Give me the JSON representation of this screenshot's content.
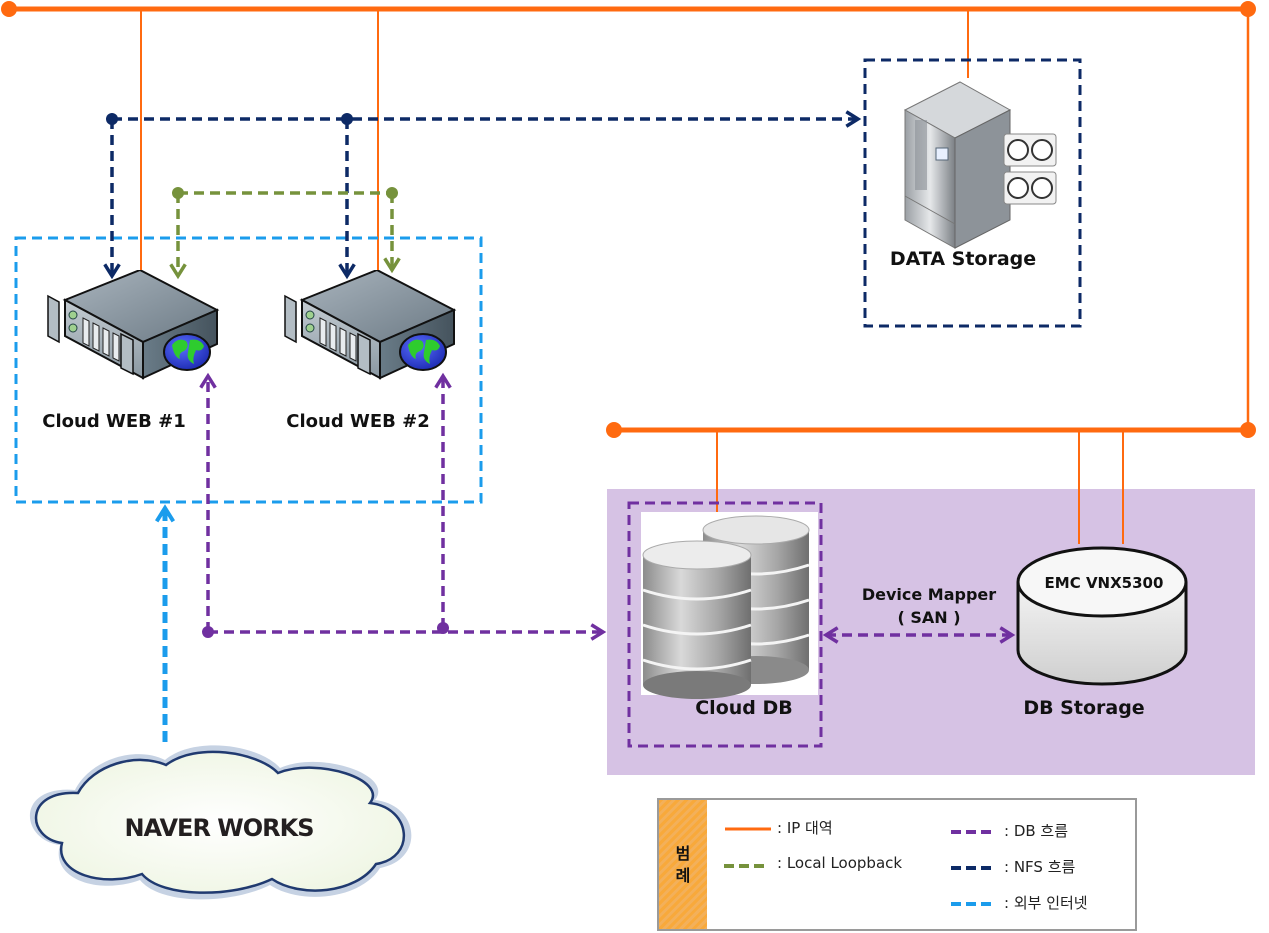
{
  "colors": {
    "ip": "#ff6a10",
    "nfs": "#0d2a66",
    "loopback": "#76923c",
    "db": "#7030a0",
    "internet": "#1b9cec",
    "db_zone": "#d6c2e4",
    "legend_tab": "#f8a93b"
  },
  "nodes": {
    "web1": {
      "label": "Cloud WEB #1",
      "icon": "rack-server-globe-icon"
    },
    "web2": {
      "label": "Cloud WEB #2",
      "icon": "rack-server-globe-icon"
    },
    "data_storage": {
      "label": "DATA Storage",
      "icon": "storage-tower-icon"
    },
    "cloud_db": {
      "label": "Cloud DB",
      "icon": "database-cylinders-icon"
    },
    "db_storage": {
      "label": "DB Storage",
      "device": "EMC VNX5300",
      "icon": "disk-cylinder-icon"
    },
    "naver": {
      "label": "NAVER WORKS",
      "icon": "cloud-icon"
    }
  },
  "links": {
    "san_label_line1": "Device  Mapper",
    "san_label_line2": "( SAN )"
  },
  "legend": {
    "title_line1": "범",
    "title_line2": "례",
    "items": [
      {
        "key": "ip",
        "label": ": IP 대역",
        "style": "solid"
      },
      {
        "key": "loopback",
        "label": ": Local Loopback",
        "style": "dashed"
      },
      {
        "key": "db",
        "label": ": DB 흐름",
        "style": "dashed"
      },
      {
        "key": "nfs",
        "label": ": NFS 흐름",
        "style": "dashed"
      },
      {
        "key": "internet",
        "label": ": 외부 인터넷",
        "style": "dashed"
      }
    ]
  }
}
